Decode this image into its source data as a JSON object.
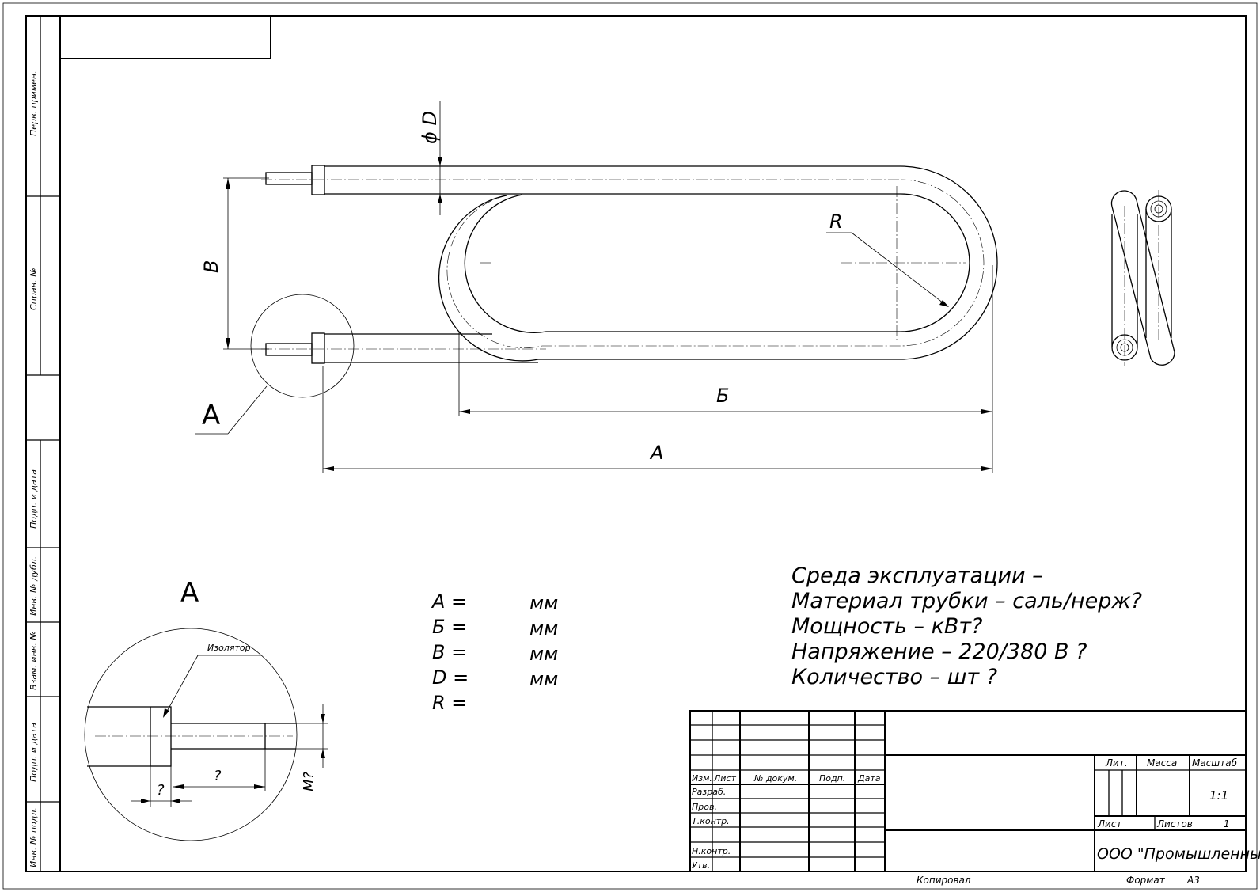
{
  "side_strip": {
    "perv_primen": "Перв. примен.",
    "sprav_no": "Справ. №",
    "podp_data_1": "Подп. и дата",
    "inv_dubl": "Инв. № дубл.",
    "vzam_inv": "Взам. инв. №",
    "podp_data_2": "Подп. и дата",
    "inv_podl": "Инв. № подл."
  },
  "drawing": {
    "dim_phi_d": "ϕ D",
    "dim_v": "В",
    "dim_r": "R",
    "dim_b": "Б",
    "dim_a": "А",
    "view_a_label": "А",
    "detail_title": "А",
    "detail": {
      "izolyator": "Изолятор",
      "q1": "?",
      "q2": "?",
      "m": "М?"
    }
  },
  "dims_list": [
    {
      "label": "А =",
      "unit": "мм"
    },
    {
      "label": "Б =",
      "unit": "мм"
    },
    {
      "label": "В =",
      "unit": "мм"
    },
    {
      "label": "D =",
      "unit": "мм"
    },
    {
      "label": "R =",
      "unit": ""
    }
  ],
  "specs": [
    "Среда эксплуатации –",
    "Материал трубки – саль/нерж?",
    "Мощность –    кВт?",
    "Напряжение – 220/380 В ?",
    "Количество –     шт ?"
  ],
  "title_block": {
    "izm": "Изм.",
    "list": "Лист",
    "n_dokum": "№ докум.",
    "podp": "Подп.",
    "data": "Дата",
    "razrab": "Разраб.",
    "prov": "Пров.",
    "t_kontr": "Т.контр.",
    "n_kontr": "Н.контр.",
    "utv": "Утв.",
    "lit": "Лит.",
    "massa": "Масса",
    "masshtab": "Масштаб",
    "scale_value": "1:1",
    "list2": "Лист",
    "listov": "Листов",
    "listov_value": "1",
    "company": "ООО \"Промышленный ТЭН",
    "kopiroval": "Копировал",
    "format": "Формат",
    "format_value": "А3"
  }
}
